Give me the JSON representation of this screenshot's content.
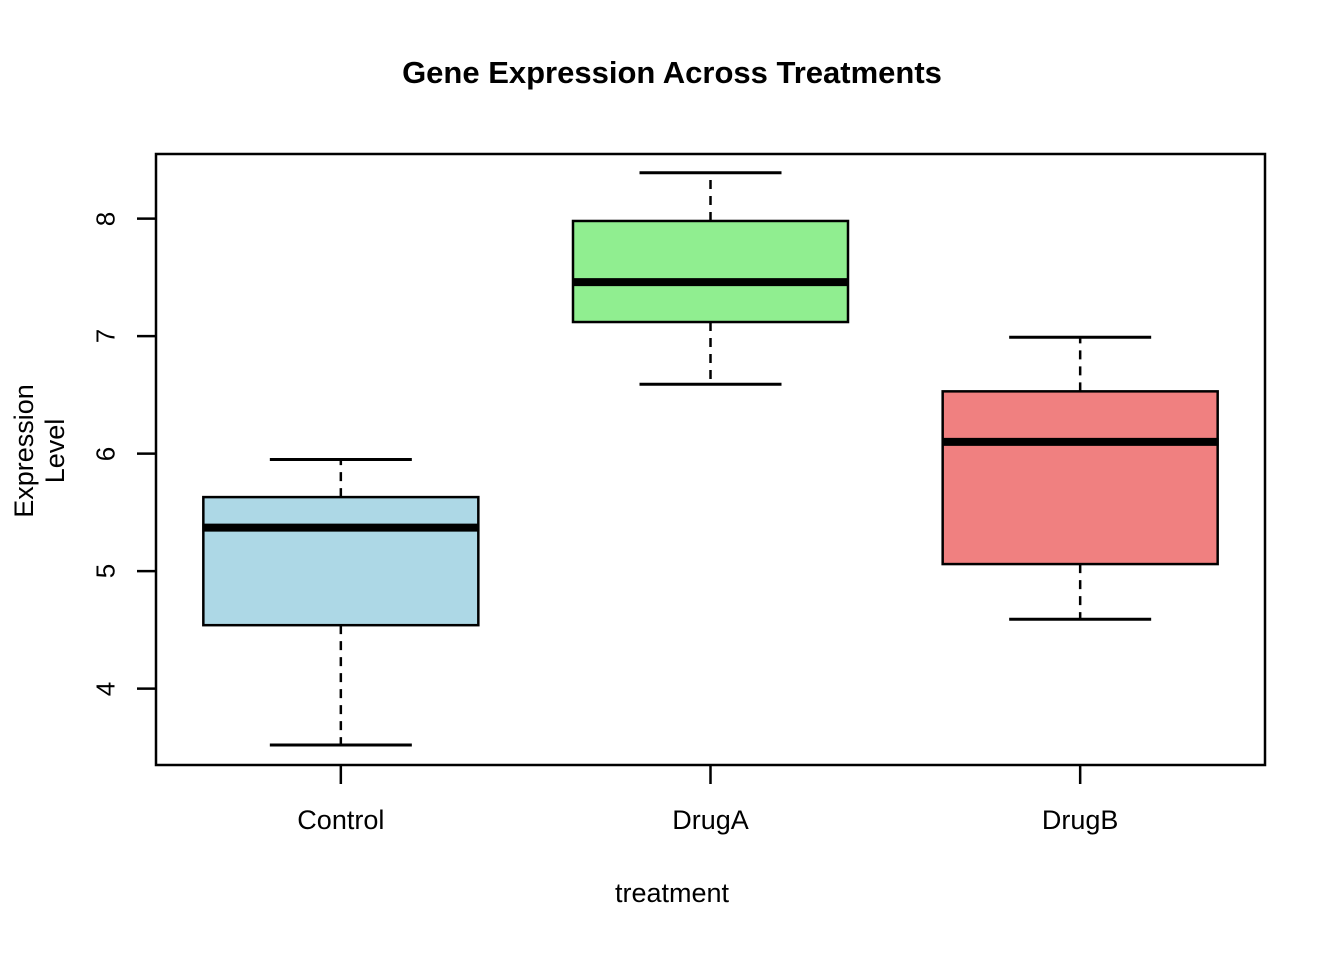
{
  "chart_data": {
    "type": "box",
    "title": "Gene Expression Across Treatments",
    "xlabel": "treatment",
    "ylabel": "Expression Level",
    "categories": [
      "Control",
      "DrugA",
      "DrugB"
    ],
    "yticks": [
      4,
      5,
      6,
      7,
      8
    ],
    "ytick_labels": [
      "4",
      "5",
      "6",
      "7",
      "8"
    ],
    "ylim": [
      3.35,
      8.55
    ],
    "grid": false,
    "legend": "none",
    "box_colors": [
      "#ADD8E6",
      "#90EE90",
      "#F08080"
    ],
    "border_color": "#000000",
    "median_color": "#000000",
    "boxes": [
      {
        "name": "Control",
        "color": "#ADD8E6",
        "whisker_low": 3.52,
        "q1": 4.54,
        "median": 5.37,
        "q3": 5.63,
        "whisker_high": 5.95,
        "outliers": []
      },
      {
        "name": "DrugA",
        "color": "#90EE90",
        "whisker_low": 6.59,
        "q1": 7.12,
        "median": 7.46,
        "q3": 7.98,
        "whisker_high": 8.39,
        "outliers": []
      },
      {
        "name": "DrugB",
        "color": "#F08080",
        "whisker_low": 4.59,
        "q1": 5.06,
        "median": 6.1,
        "q3": 6.53,
        "whisker_high": 6.99,
        "outliers": []
      }
    ]
  }
}
